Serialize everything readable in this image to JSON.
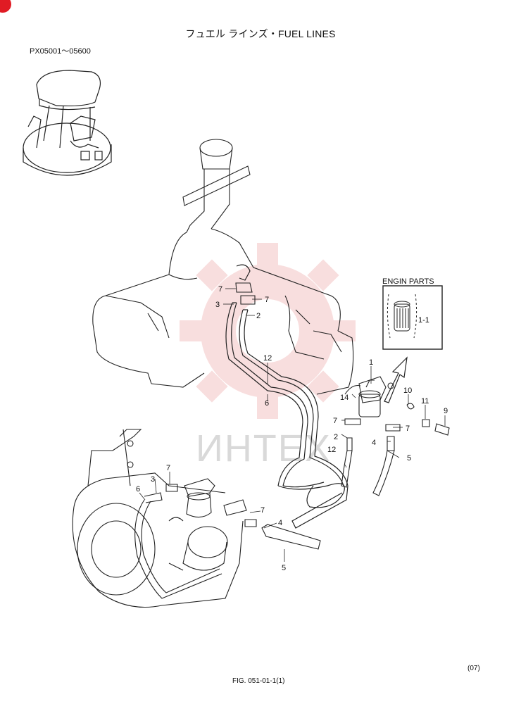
{
  "header": {
    "title": "フュエル ラインズ・FUEL LINES",
    "serial_range": "PX05001～05600"
  },
  "footer": {
    "page_number": "(07)",
    "figure_id": "FIG. 051-01-1(1)"
  },
  "corner_badge": {
    "text": "",
    "color": "#e01b24"
  },
  "watermark": {
    "text": "ИНТЕХ",
    "color": "#f2b8b8"
  },
  "engine_parts_box": {
    "title": "ENGIN PARTS",
    "part_label": "1-1"
  },
  "callouts": {
    "c1": "1",
    "c2a": "2",
    "c2b": "2",
    "c3a": "3",
    "c3b": "3",
    "c4a": "4",
    "c4b": "4",
    "c5a": "5",
    "c5b": "5",
    "c6a": "6",
    "c6b": "6",
    "c7a": "7",
    "c7b": "7",
    "c7c": "7",
    "c7d": "7",
    "c7e": "7",
    "c7f": "7",
    "c9": "9",
    "c10": "10",
    "c11": "11",
    "c12a": "12",
    "c12b": "12",
    "c14": "14"
  }
}
